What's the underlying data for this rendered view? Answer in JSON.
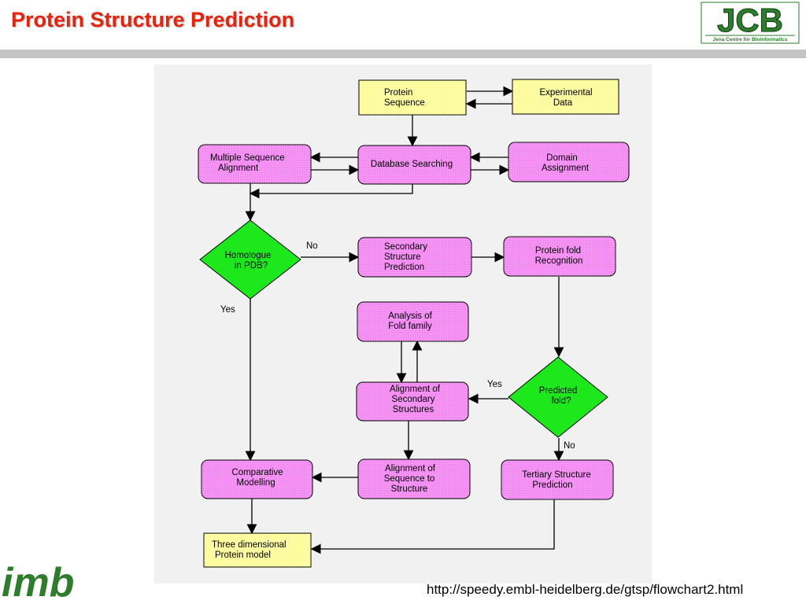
{
  "slide": {
    "title": "Protein Structure Prediction",
    "source_url": "http://speedy.embl-heidelberg.de/gtsp/flowchart2.html"
  },
  "logos": {
    "jcb_text": "JCB",
    "jcb_subtitle": "Jena Centre for Bioinformatics",
    "imb_text": "imb"
  },
  "colors": {
    "title_red": "#e8220c",
    "process_magenta": "#f48cf4",
    "io_yellow": "#fcfc9c",
    "decision_green": "#1ce81c",
    "logo_green": "#2d7d2d"
  },
  "flowchart": {
    "protein_sequence": [
      "Protein",
      "Sequence"
    ],
    "experimental_data": [
      "Experimental",
      "Data"
    ],
    "multiple_sequence_alignment": [
      "Multiple Sequence",
      "Alignment"
    ],
    "database_searching": [
      "Database Searching"
    ],
    "domain_assignment": [
      "Domain",
      "Assignment"
    ],
    "homologue_in_pdb": [
      "Homologue",
      "in PDB?"
    ],
    "secondary_structure_prediction": [
      "Secondary",
      "Structure",
      "Prediction"
    ],
    "protein_fold_recognition": [
      "Protein fold",
      "Recognition"
    ],
    "analysis_of_fold_family": [
      "Analysis of",
      "Fold family"
    ],
    "alignment_of_secondary_structures": [
      "Alignment of",
      "Secondary",
      "Structures"
    ],
    "predicted_fold": [
      "Predicted",
      "fold?"
    ],
    "comparative_modelling": [
      "Comparative",
      "Modelling"
    ],
    "alignment_of_sequence_to_structure": [
      "Alignment of",
      "Sequence to",
      "Structure"
    ],
    "tertiary_structure_prediction": [
      "Tertiary Structure",
      "Prediction"
    ],
    "three_dimensional_model": [
      "Three dimensional",
      "Protein model"
    ],
    "label_no": "No",
    "label_yes": "Yes"
  }
}
